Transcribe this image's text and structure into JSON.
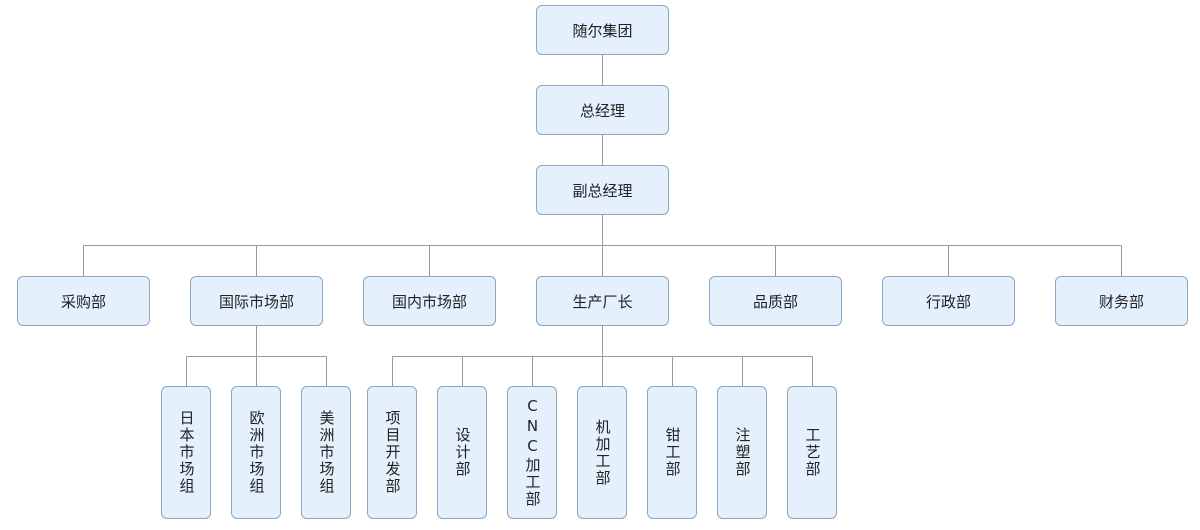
{
  "org": {
    "root": "随尔集团",
    "gm": "总经理",
    "vgm": "副总经理",
    "departments": [
      {
        "label": "采购部"
      },
      {
        "label": "国际市场部",
        "children": [
          "日本市场组",
          "欧洲市场组",
          "美洲市场组"
        ]
      },
      {
        "label": "国内市场部"
      },
      {
        "label": "生产厂长",
        "children": [
          "项目开发部",
          "设计部",
          "CNC加工部",
          "机加工部",
          "钳工部",
          "注塑部",
          "工艺部"
        ]
      },
      {
        "label": "品质部"
      },
      {
        "label": "行政部"
      },
      {
        "label": "财务部"
      }
    ]
  },
  "colors": {
    "node_fill": "#e4f0fc",
    "node_border": "#8da6bd",
    "connector": "#9a9a9a"
  }
}
